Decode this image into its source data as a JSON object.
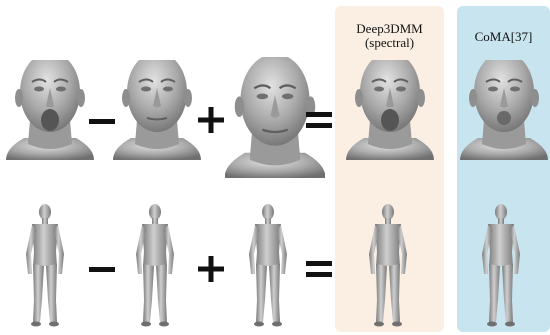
{
  "columns": {
    "deep3dmm": {
      "title_line1": "Deep3DMM",
      "title_line2": "(spectral)",
      "bg": "#fbefe3"
    },
    "coma": {
      "title": "CoMA[37]",
      "bg": "#c7e4ef"
    }
  },
  "operators": [
    "minus",
    "plus",
    "equals"
  ],
  "rows": [
    {
      "kind": "face",
      "items": [
        "face-open-mouth",
        "face-neutral",
        "face-expression",
        "face-result-deep3dmm",
        "face-result-coma"
      ]
    },
    {
      "kind": "body",
      "items": [
        "body-a",
        "body-b",
        "body-c",
        "body-result-deep3dmm",
        "body-result-coma"
      ]
    }
  ],
  "colors": {
    "mesh": "#a9a9a9",
    "mesh_light": "#d4d4d4",
    "mesh_dark": "#6f6f6f",
    "operator": "#111111"
  }
}
